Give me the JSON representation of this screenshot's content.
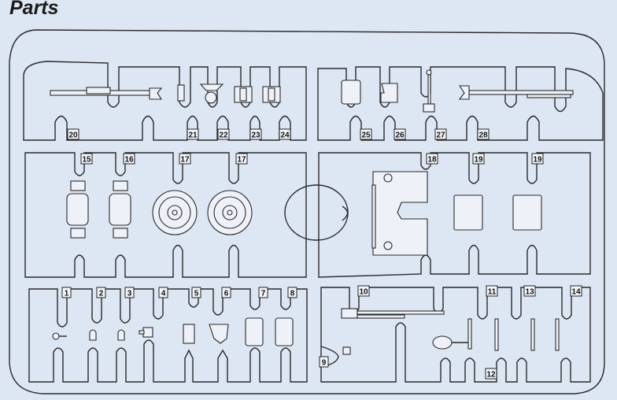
{
  "title": "Parts",
  "part_labels": [
    "20",
    "21",
    "22",
    "23",
    "24",
    "25",
    "26",
    "27",
    "28",
    "15",
    "16",
    "17",
    "17",
    "18",
    "19",
    "19",
    "1",
    "2",
    "3",
    "4",
    "5",
    "6",
    "7",
    "8",
    "9",
    "10",
    "11",
    "12",
    "13",
    "14"
  ],
  "colors": {
    "background": "#dde6f3",
    "line": "#2a2a2a"
  }
}
